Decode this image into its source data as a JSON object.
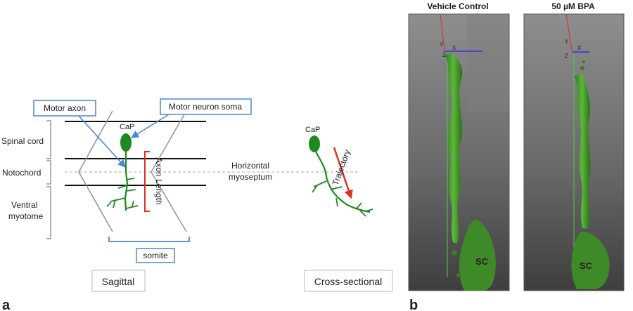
{
  "panel_a": {
    "letter": "a",
    "callouts": {
      "motor_axon": "Motor axon",
      "motor_neuron_soma": "Motor neuron soma"
    },
    "layers": {
      "spinal_cord": "Spinal cord",
      "notochord": "Notochord",
      "ventral_line1": "Ventral",
      "ventral_line2": "myotome"
    },
    "neuron_label": "CaP",
    "axon_length": "Axon Length",
    "somite": "somite",
    "horizontal_line1": "Horizontal",
    "horizontal_line2": "myoseptum",
    "cross_neuron_label": "CaP",
    "trajectory": "Trajectory",
    "view_sagittal": "Sagittal",
    "view_cross": "Cross-sectional",
    "colors": {
      "neuron": "#1e8a1e",
      "callout_blue": "#4a86d8",
      "bracket_red": "#e0301e",
      "trajectory_arrow": "#e0301e",
      "bracket_gray": "#999999"
    }
  },
  "panel_b": {
    "letter": "b",
    "images": [
      {
        "title": "Vehicle Control",
        "axis_y": "Y",
        "axis_x": "X",
        "axis_z": "Z",
        "label": "SC"
      },
      {
        "title": "50 µM BPA",
        "axis_y": "Y",
        "axis_x": "X",
        "axis_z": "Z",
        "label": "SC"
      }
    ]
  }
}
